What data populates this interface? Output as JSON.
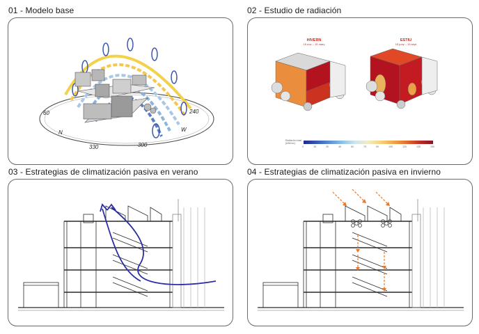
{
  "panels": [
    {
      "title": "01 - Modelo base",
      "compass": [
        "N",
        "W",
        "330",
        "300",
        "240",
        "60"
      ]
    },
    {
      "title": "02 - Estudio de radiación",
      "seasons": [
        {
          "name": "HIVERN",
          "dates": "15 nov – 15 març"
        },
        {
          "name": "ESTIU",
          "dates": "15 juny – 15 sept"
        }
      ],
      "scale_caption": "Radiación total (kWh/m²)",
      "scale_ticks": [
        "0",
        "15",
        "30",
        "45",
        "60",
        "75",
        "90",
        "105",
        "120",
        "135",
        "150"
      ]
    },
    {
      "title": "03 - Estrategias de climatización pasiva en verano"
    },
    {
      "title": "04 - Estrategias de climatización pasiva en invierno"
    }
  ],
  "colors": {
    "summer_airflow": "#2b2fa0",
    "winter_sun": "#e5782a",
    "radiation_high": "#b3121f",
    "radiation_mid": "#e58a35",
    "line": "#2a2a2a"
  }
}
